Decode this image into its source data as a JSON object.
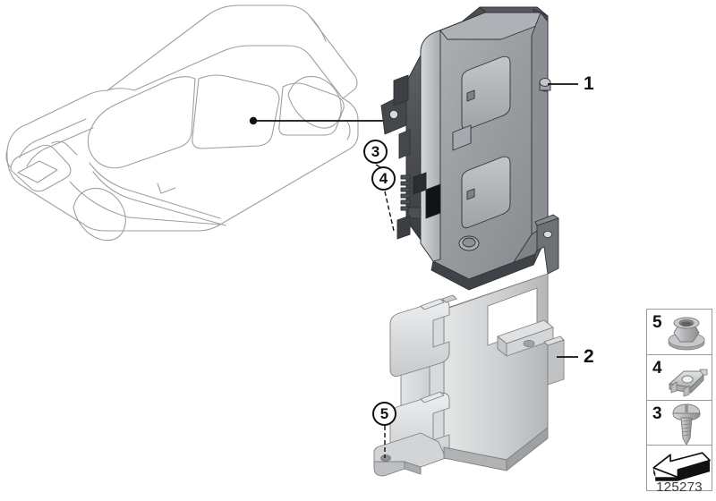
{
  "diagram": {
    "title": "Control unit / bracket mounting illustration",
    "part_number": "125273",
    "vehicle_outline_name": "sedan-line-art",
    "colors": {
      "module_body": "#9a9da1",
      "module_dark": "#45474b",
      "bracket": "#c9cbcd",
      "line": "#111111",
      "outline": "#9aa0a6",
      "legend_border": "#9a9a9a"
    }
  },
  "callouts": [
    {
      "id": "1",
      "label": "1",
      "type": "plain",
      "target": "control-module"
    },
    {
      "id": "2",
      "label": "2",
      "type": "plain",
      "target": "mounting-bracket"
    },
    {
      "id": "3",
      "label": "3",
      "type": "circled",
      "target": "screw"
    },
    {
      "id": "4",
      "label": "4",
      "type": "circled",
      "target": "clip-nut"
    },
    {
      "id": "5",
      "label": "5",
      "type": "circled",
      "target": "flange-nut"
    }
  ],
  "legend": {
    "items": [
      {
        "number": "5",
        "icon": "flange-hex-nut-icon",
        "name": "hex-flange-nut"
      },
      {
        "number": "4",
        "icon": "cage-clip-nut-icon",
        "name": "sheet-metal-clip-nut"
      },
      {
        "number": "3",
        "icon": "self-tapping-screw-icon",
        "name": "self-tapping-screw"
      },
      {
        "number": "",
        "icon": "direction-of-travel-arrow-icon",
        "name": "direction-of-travel"
      }
    ]
  }
}
